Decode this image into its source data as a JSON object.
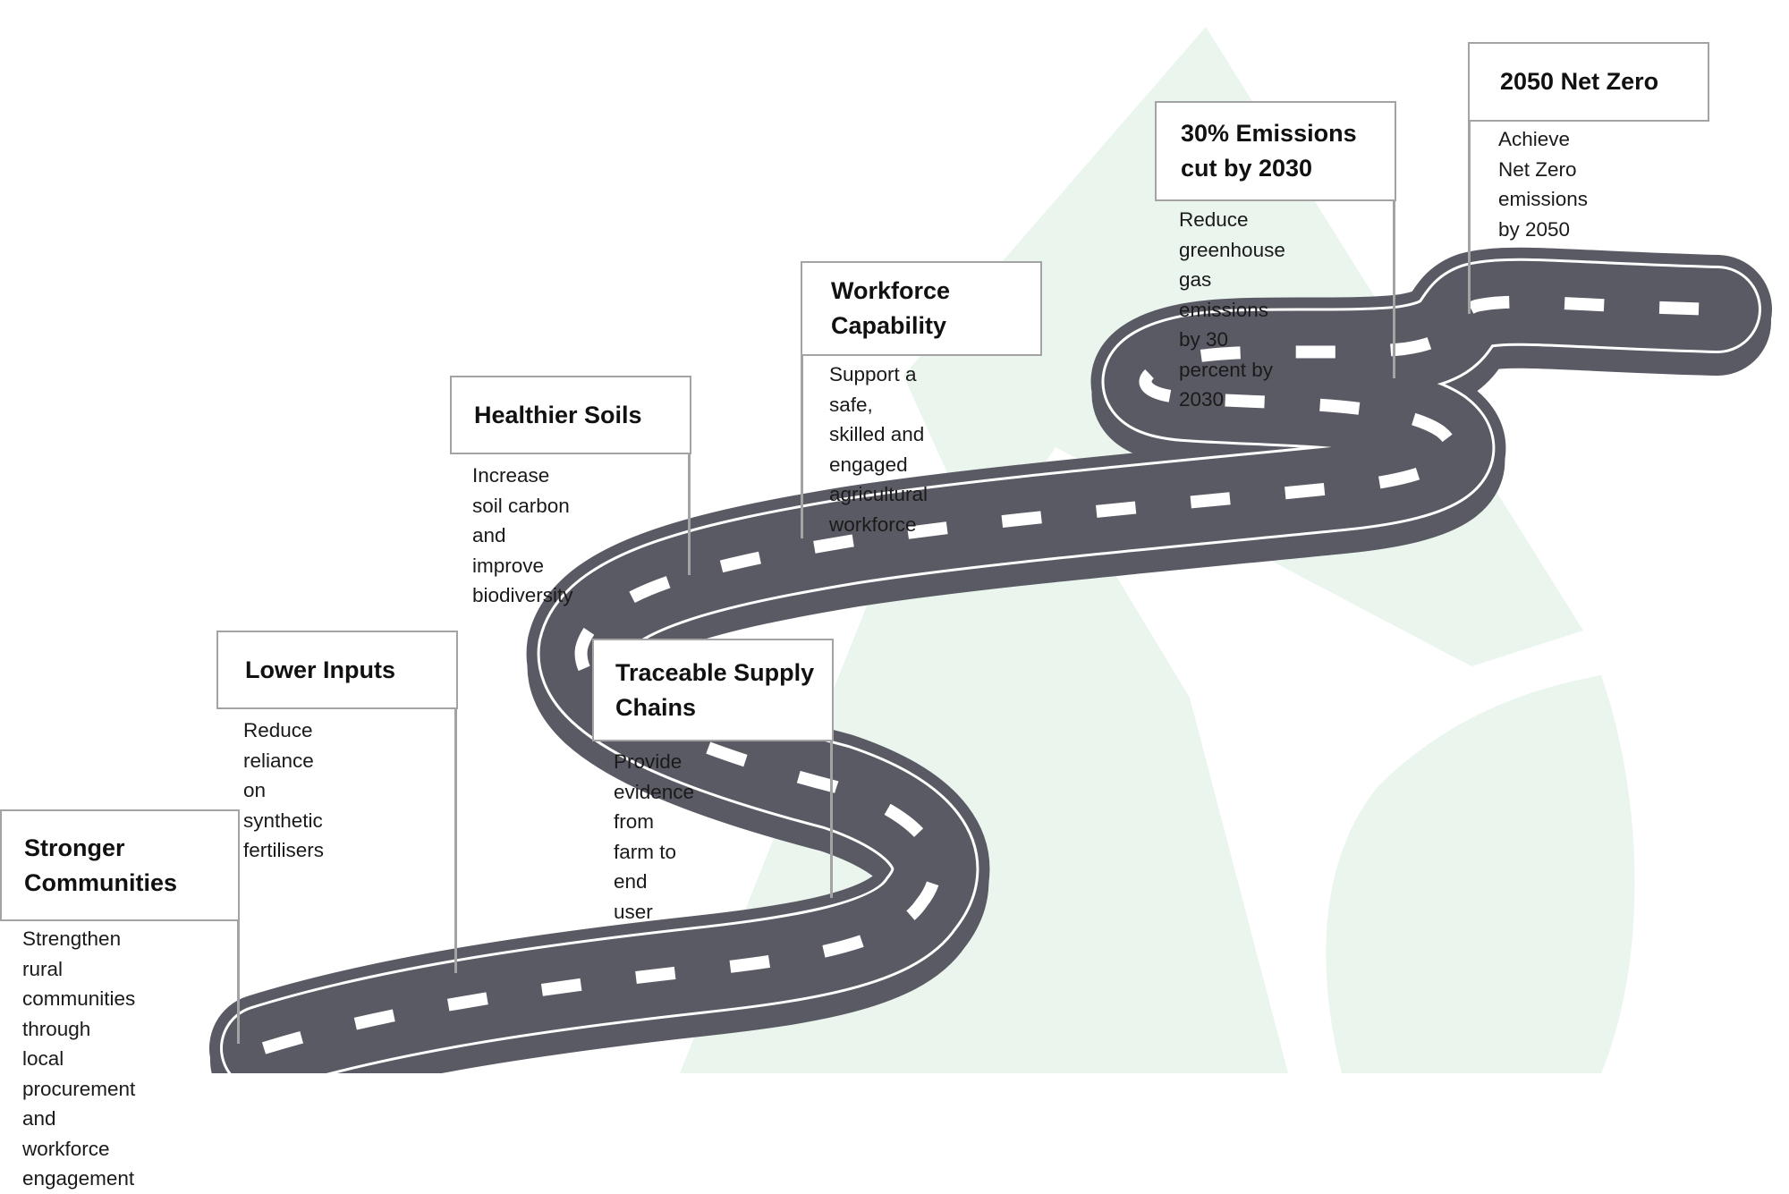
{
  "colors": {
    "road": "#5a5a64",
    "road_edge": "#ffffff",
    "lane_marking": "#ffffff",
    "background_logo": "#eaf5ee",
    "flag_border": "#a3a3a3",
    "text": "#111111"
  },
  "background_logo": {
    "icon": "leaf-logo-icon"
  },
  "milestones": [
    {
      "id": "stronger-communities",
      "title": "Stronger\nCommunities",
      "description": "Strengthen rural\ncommunities through\nlocal procurement\nand workforce\nengagement"
    },
    {
      "id": "lower-inputs",
      "title": "Lower Inputs",
      "description": "Reduce reliance on\nsynthetic fertilisers"
    },
    {
      "id": "traceable-supply-chains",
      "title": "Traceable Supply\nChains",
      "description": "Provide evidence\nfrom farm to end\nuser"
    },
    {
      "id": "healthier-soils",
      "title": "Healthier Soils",
      "description": "Increase soil carbon\nand improve\nbiodiversity"
    },
    {
      "id": "workforce-capability",
      "title": "Workforce\nCapability",
      "description": "Support a safe,\nskilled and engaged\nagricultural\nworkforce"
    },
    {
      "id": "emissions-cut-2030",
      "title": "30% Emissions\ncut by 2030",
      "description": "Reduce greenhouse\ngas emissions by 30\npercent by 2030"
    },
    {
      "id": "net-zero-2050",
      "title": "2050 Net Zero",
      "description": "Achieve Net Zero\nemissions by 2050"
    }
  ]
}
